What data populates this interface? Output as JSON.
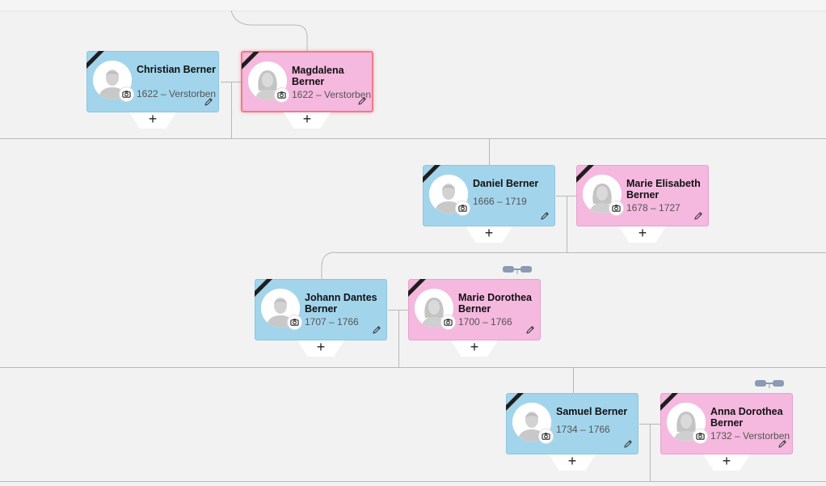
{
  "persons": [
    {
      "id": "christian",
      "name": "Christian Berner",
      "dates": "1622 – Verstorben",
      "gender": "male",
      "selected": false
    },
    {
      "id": "magdalena",
      "name": "Magdalena Berner",
      "dates": "1622 – Verstorben",
      "gender": "female",
      "selected": true
    },
    {
      "id": "daniel",
      "name": "Daniel Berner",
      "dates": "1666 – 1719",
      "gender": "male",
      "selected": false
    },
    {
      "id": "marie-elisabeth",
      "name": "Marie Elisabeth Berner",
      "dates": "1678 – 1727",
      "gender": "female",
      "selected": false
    },
    {
      "id": "johann",
      "name": "Johann Dantes Berner",
      "dates": "1707 – 1766",
      "gender": "male",
      "selected": false
    },
    {
      "id": "marie-dorothea",
      "name": "Marie Dorothea Berner",
      "dates": "1700 – 1766",
      "gender": "female",
      "selected": false
    },
    {
      "id": "samuel",
      "name": "Samuel Berner",
      "dates": "1734 – 1766",
      "gender": "male",
      "selected": false
    },
    {
      "id": "anna-dorothea",
      "name": "Anna Dorothea Berner",
      "dates": "1732 – Verstorben",
      "gender": "female",
      "selected": false
    }
  ],
  "add_button_label": "+",
  "colors": {
    "male": "#a2d5ec",
    "female": "#f5b8de",
    "selected_border": "#f07b87",
    "line": "#b8b8b8"
  }
}
